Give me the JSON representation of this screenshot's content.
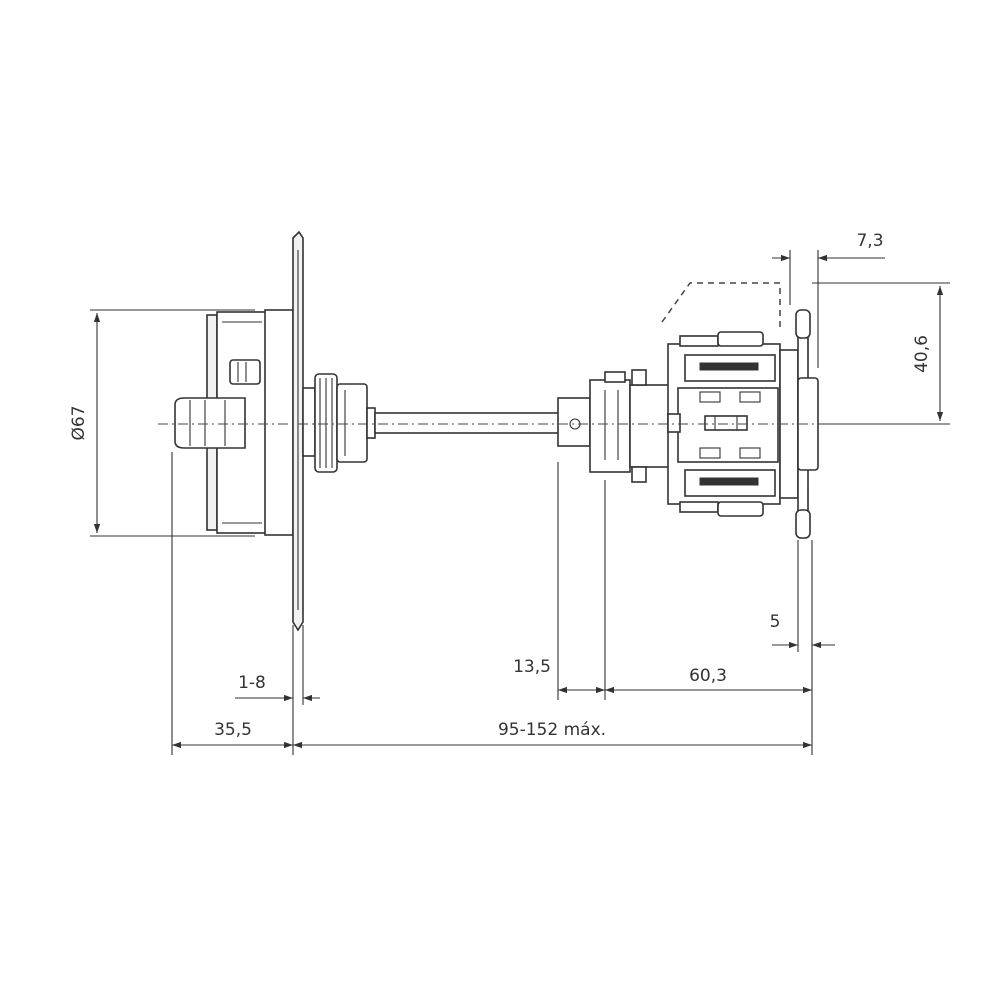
{
  "dimensions": {
    "diameter": "Ø67",
    "height_right": "40,6",
    "top_offset": "7,3",
    "right_offset": "5",
    "panel_thickness": "1-8",
    "front_depth": "35,5",
    "total_depth": "95-152 máx.",
    "shaft_offset": "13,5",
    "switch_depth": "60,3"
  },
  "colors": {
    "line": "#333333",
    "background": "#ffffff"
  }
}
